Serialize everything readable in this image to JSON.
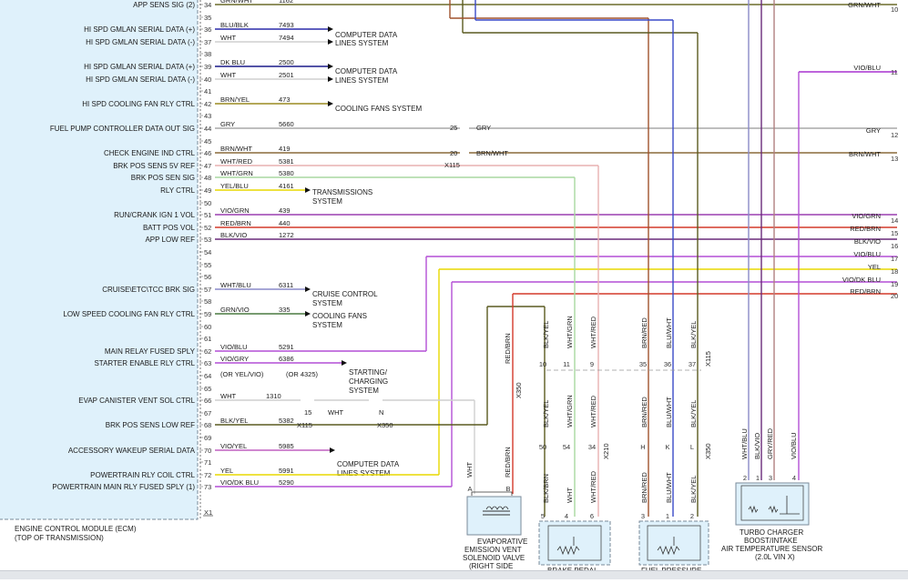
{
  "ecm": {
    "name": "ENGINE CONTROL MODULE (ECM)",
    "location": "(TOP OF TRANSMISSION)",
    "connector": "X1",
    "pins": [
      {
        "pin": "34",
        "desc": "APP SENS SIG (2)",
        "color": "GRN/WHT",
        "circuit": "1162"
      },
      {
        "pin": "35",
        "desc": "",
        "color": "",
        "circuit": ""
      },
      {
        "pin": "36",
        "desc": "HI SPD GMLAN SERIAL DATA (+)",
        "color": "BLU/BLK",
        "circuit": "7493"
      },
      {
        "pin": "37",
        "desc": "HI SPD GMLAN SERIAL DATA (-)",
        "color": "WHT",
        "circuit": "7494"
      },
      {
        "pin": "38",
        "desc": "",
        "color": "",
        "circuit": ""
      },
      {
        "pin": "39",
        "desc": "HI SPD GMLAN SERIAL DATA (+)",
        "color": "DK BLU",
        "circuit": "2500"
      },
      {
        "pin": "40",
        "desc": "HI SPD GMLAN SERIAL DATA (-)",
        "color": "WHT",
        "circuit": "2501"
      },
      {
        "pin": "41",
        "desc": "",
        "color": "",
        "circuit": ""
      },
      {
        "pin": "42",
        "desc": "HI SPD COOLING FAN RLY CTRL",
        "color": "BRN/YEL",
        "circuit": "473"
      },
      {
        "pin": "43",
        "desc": "",
        "color": "",
        "circuit": ""
      },
      {
        "pin": "44",
        "desc": "FUEL PUMP CONTROLLER DATA OUT SIG",
        "color": "GRY",
        "circuit": "5660"
      },
      {
        "pin": "45",
        "desc": "",
        "color": "",
        "circuit": ""
      },
      {
        "pin": "46",
        "desc": "CHECK ENGINE IND CTRL",
        "color": "BRN/WHT",
        "circuit": "419"
      },
      {
        "pin": "47",
        "desc": "BRK POS SENS 5V REF",
        "color": "WHT/RED",
        "circuit": "5381"
      },
      {
        "pin": "48",
        "desc": "BRK POS SEN SIG",
        "color": "WHT/GRN",
        "circuit": "5380"
      },
      {
        "pin": "49",
        "desc": "RLY CTRL",
        "color": "YEL/BLU",
        "circuit": "4161"
      },
      {
        "pin": "50",
        "desc": "",
        "color": "",
        "circuit": ""
      },
      {
        "pin": "51",
        "desc": "RUN/CRANK IGN 1 VOL",
        "color": "VIO/GRN",
        "circuit": "439"
      },
      {
        "pin": "52",
        "desc": "BATT POS VOL",
        "color": "RED/BRN",
        "circuit": "440"
      },
      {
        "pin": "53",
        "desc": "APP LOW REF",
        "color": "BLK/VIO",
        "circuit": "1272"
      },
      {
        "pin": "54",
        "desc": "",
        "color": "",
        "circuit": ""
      },
      {
        "pin": "55",
        "desc": "",
        "color": "",
        "circuit": ""
      },
      {
        "pin": "56",
        "desc": "",
        "color": "",
        "circuit": ""
      },
      {
        "pin": "57",
        "desc": "CRUISE\\ETC\\TCC BRK SIG",
        "color": "WHT/BLU",
        "circuit": "6311"
      },
      {
        "pin": "58",
        "desc": "",
        "color": "",
        "circuit": ""
      },
      {
        "pin": "59",
        "desc": "LOW SPEED COOLING FAN RLY CTRL",
        "color": "GRN/VIO",
        "circuit": "335"
      },
      {
        "pin": "60",
        "desc": "",
        "color": "",
        "circuit": ""
      },
      {
        "pin": "61",
        "desc": "",
        "color": "",
        "circuit": ""
      },
      {
        "pin": "62",
        "desc": "MAIN RELAY FUSED SPLY",
        "color": "VIO/BLU",
        "circuit": "5291"
      },
      {
        "pin": "63",
        "desc": "STARTER ENABLE RLY CTRL",
        "color": "VIO/GRY",
        "circuit": "6386"
      },
      {
        "pin": "64",
        "desc": "",
        "color": "",
        "circuit": ""
      },
      {
        "pin": "65",
        "desc": "",
        "color": "",
        "circuit": ""
      },
      {
        "pin": "66",
        "desc": "EVAP CANISTER VENT SOL CTRL",
        "color": "WHT",
        "circuit": "1310"
      },
      {
        "pin": "67",
        "desc": "",
        "color": "",
        "circuit": ""
      },
      {
        "pin": "68",
        "desc": "BRK POS SENS LOW REF",
        "color": "BLK/YEL",
        "circuit": "5382"
      },
      {
        "pin": "69",
        "desc": "",
        "color": "",
        "circuit": ""
      },
      {
        "pin": "70",
        "desc": "ACCESSORY WAKEUP SERIAL DATA",
        "color": "VIO/YEL",
        "circuit": "5985"
      },
      {
        "pin": "71",
        "desc": "",
        "color": "",
        "circuit": ""
      },
      {
        "pin": "72",
        "desc": "POWERTRAIN RLY COIL CTRL",
        "color": "YEL",
        "circuit": "5991"
      },
      {
        "pin": "73",
        "desc": "POWERTRAIN MAIN RLY FUSED SPLY (1)",
        "color": "VIO/DK BLU",
        "circuit": "5290"
      }
    ],
    "alt_color": "(OR YEL/VIO)",
    "alt_circuit": "(OR 4325)"
  },
  "destinations": {
    "computer_data": "COMPUTER DATA",
    "lines_system": "LINES SYSTEM",
    "cooling_fans_system": "COOLING FANS SYSTEM",
    "transmissions": "TRANSMISSIONS",
    "system": "SYSTEM",
    "cruise_control": "CRUISE CONTROL",
    "cooling_fans": "COOLING FANS",
    "starting": "STARTING/",
    "charging": "CHARGING"
  },
  "right_edge": [
    {
      "num": "10",
      "color": "GRN/WHT"
    },
    {
      "num": "11",
      "color": "VIO/BLU"
    },
    {
      "num": "12",
      "color": "GRY"
    },
    {
      "num": "13",
      "color": "BRN/WHT"
    },
    {
      "num": "14",
      "color": "VIO/GRN"
    },
    {
      "num": "15",
      "color": "RED/BRN"
    },
    {
      "num": "16",
      "color": "BLK/VIO"
    },
    {
      "num": "17",
      "color": "VIO/BLU"
    },
    {
      "num": "18",
      "color": "YEL"
    },
    {
      "num": "19",
      "color": "VIO/DK BLU"
    },
    {
      "num": "20",
      "color": "RED/BRN"
    }
  ],
  "inline": {
    "x115": "X115",
    "x350": "X350",
    "x210": "X210",
    "pin25": "25",
    "pin20": "20",
    "pin15": "15",
    "pinN": "N",
    "gry": "GRY",
    "brnwht": "BRN/WHT",
    "wht": "WHT"
  },
  "vertical_wires": {
    "redbrn": "RED/BRN",
    "blkyel": "BLK/YEL",
    "whtgrn": "WHT/GRN",
    "whtred": "WHT/RED",
    "brnred": "BRN/RED",
    "bluwht": "BLU/WHT",
    "blkbrn": "BLK/BRN",
    "wht": "WHT",
    "whtblu": "WHT/BLU",
    "blkvio": "BLK/VIO",
    "gryred": "GRY/RED",
    "violblu": "VIO/BLU",
    "p10": "10",
    "p11": "11",
    "p9": "9",
    "p35": "35",
    "p36": "36",
    "p37": "37",
    "p50": "50",
    "p54": "54",
    "p34": "34",
    "pH": "H",
    "pK": "K",
    "pL": "L",
    "pA": "A",
    "pB": "B",
    "p5": "5",
    "p4": "4",
    "p6": "6",
    "p3": "3",
    "p1": "1",
    "p2": "2",
    "pT1": "1",
    "pT2": "2",
    "pT3": "3",
    "pT4": "4"
  },
  "components": {
    "evap": [
      "EVAPORATIVE",
      "EMISSION VENT",
      "SOLENOID VALVE",
      "(RIGHT SIDE"
    ],
    "brake": "BRAKE PEDAL",
    "fuel": "FUEL PRESSURE",
    "turbo": [
      "TURBO CHARGER",
      "BOOST/INTAKE",
      "AIR TEMPERATURE SENSOR",
      "(2.0L VIN X)"
    ]
  },
  "colors": {
    "grnwht": "#6b6b2a",
    "vio": "#b44fd6",
    "gry": "#a8a8a8",
    "brnwht": "#8a6a3a",
    "whtred": "#e8b0b0",
    "whtgrn": "#a8d8a0",
    "yel": "#e8d800",
    "violgrn": "#9a3fb0",
    "redbrn": "#d43a2a",
    "blkvio": "#6a2a7a",
    "bluwht": "#3a4ac8",
    "brnred": "#a0522d",
    "blkyel": "#5a5a20",
    "dkblu": "#1a1a8a",
    "blublk": "#2a2aaa",
    "brnyel": "#9a8a20",
    "grnvio": "#4a7a40",
    "violyel": "#c060c0",
    "whtblu": "#8a8ac8"
  }
}
